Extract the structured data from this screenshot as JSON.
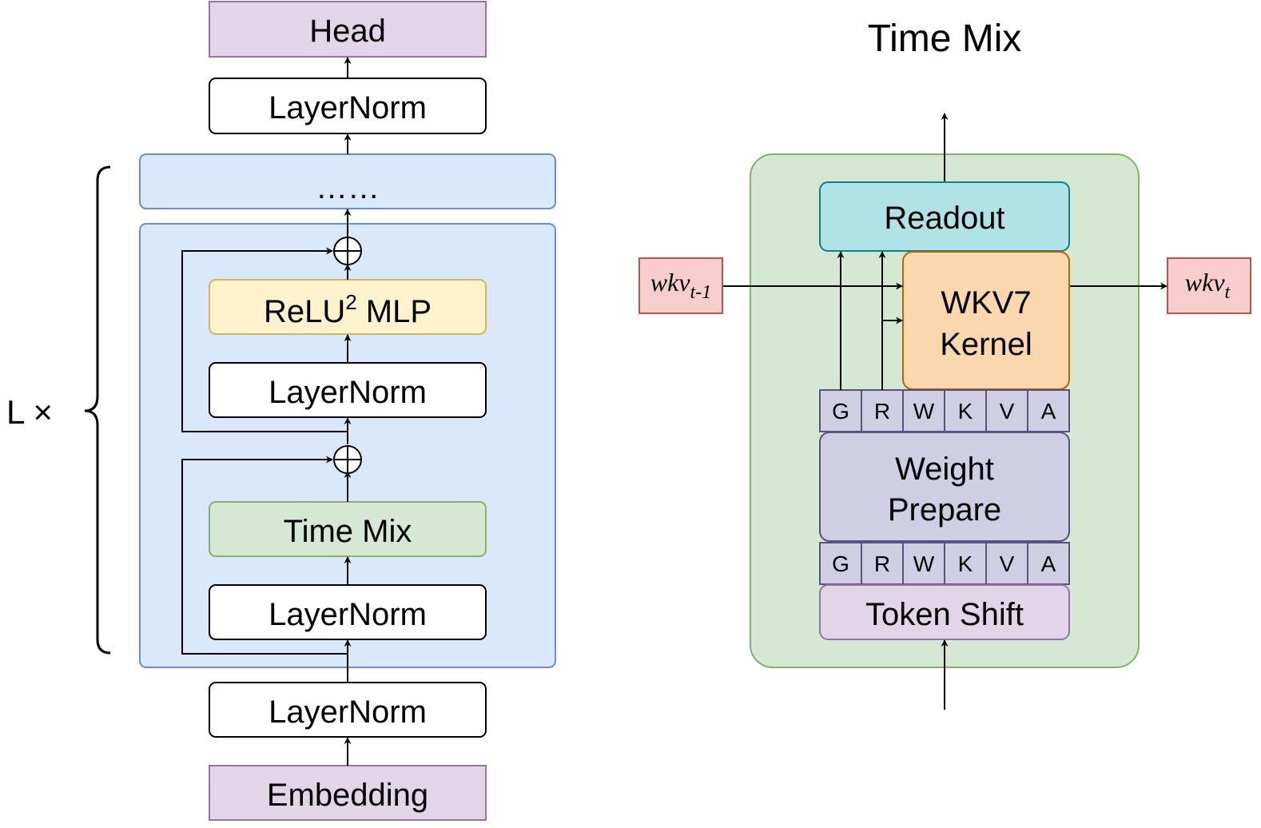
{
  "left": {
    "head": "Head",
    "layernorm_top": "LayerNorm",
    "ellipsis": "……",
    "mlp": {
      "prefix": "ReLU",
      "sup": "2",
      "suffix": " MLP"
    },
    "layernorm_mlp": "LayerNorm",
    "time_mix": "Time Mix",
    "layernorm_tm": "LayerNorm",
    "layernorm_bottom": "LayerNorm",
    "embedding": "Embedding",
    "repeat_label": "L ×"
  },
  "right": {
    "title": "Time Mix",
    "readout": "Readout",
    "wkv7_line1": "WKV7",
    "wkv7_line2": "Kernel",
    "weight_line1": "Weight",
    "weight_line2": "Prepare",
    "token_shift": "Token Shift",
    "gates": [
      "G",
      "R",
      "W",
      "K",
      "V",
      "A"
    ],
    "state_in": {
      "base": "wkv",
      "sub": "t-1"
    },
    "state_out": {
      "base": "wkv",
      "sub": "t"
    }
  },
  "colors": {
    "purple": "#e1d5e7",
    "purple_border": "#9673a6",
    "blue": "#dae8fc",
    "blue_border": "#6c8ebf",
    "yellow": "#fff2cc",
    "yellow_border": "#d6b656",
    "green": "#d5e8d4",
    "green_border": "#82b366",
    "teal": "#b0e3e6",
    "teal_border": "#0e8088",
    "orange": "#fad7ac",
    "orange_border": "#b46504",
    "lavender": "#d0cee2",
    "lavender_border": "#56517e",
    "red": "#f8cecc",
    "red_border": "#b85450"
  }
}
